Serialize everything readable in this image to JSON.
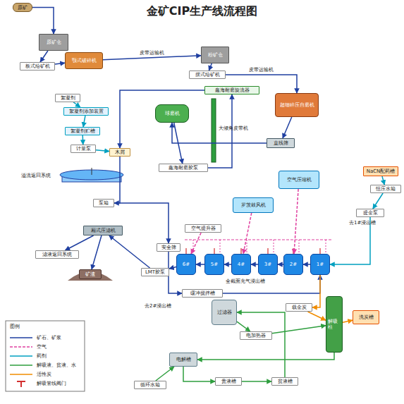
{
  "diagram": {
    "title": "金矿CIP生产线流程图",
    "nodes": [
      {
        "text": [
          "原矿"
        ]
      },
      {
        "text": [
          "原矿仓"
        ]
      },
      {
        "text": [
          "板式给矿机"
        ]
      },
      {
        "text": [
          "颚式破碎机"
        ]
      },
      {
        "text": [
          "粉矿仓"
        ]
      },
      {
        "text": [
          "摆式给矿机"
        ]
      },
      {
        "text": [
          "鑫海耐磨旋流器"
        ]
      },
      {
        "text": [
          "超细碎压自磨机"
        ]
      },
      {
        "text": [
          "球磨机"
        ]
      },
      {
        "text": [
          "直线筛"
        ]
      },
      {
        "text": [
          "鑫海耐磨胶泵"
        ]
      },
      {
        "text": [
          "絮凝剂"
        ]
      },
      {
        "text": [
          "絮凝剂添加装置"
        ]
      },
      {
        "text": [
          "絮凝剂贮槽"
        ]
      },
      {
        "text": [
          "计量泵"
        ]
      },
      {
        "text": [
          "木屑"
        ]
      },
      {
        "text": [
          "泵箱"
        ]
      },
      {
        "text": [
          "厢式压滤机"
        ]
      },
      {
        "text": [
          "滤液返回系统"
        ]
      },
      {
        "text": [
          "矿渣"
        ]
      },
      {
        "text": [
          "LMT胶泵"
        ]
      },
      {
        "text": [
          "安全筛"
        ]
      },
      {
        "text": [
          "缓冲搅拌槽"
        ]
      },
      {
        "text": [
          "空气提升器"
        ]
      },
      {
        "text": [
          "6#"
        ]
      },
      {
        "text": [
          "5#"
        ]
      },
      {
        "text": [
          "4#"
        ]
      },
      {
        "text": [
          "3#"
        ]
      },
      {
        "text": [
          "2#"
        ]
      },
      {
        "text": [
          "1#"
        ]
      },
      {
        "text": [
          "空气压缩机"
        ]
      },
      {
        "text": [
          "罗茨鼓风机"
        ]
      },
      {
        "text": [
          "NaCN配药槽"
        ]
      },
      {
        "text": [
          "恒压水箱"
        ]
      },
      {
        "text": [
          "提金泵"
        ]
      },
      {
        "text": [
          "过滤器"
        ]
      },
      {
        "text": [
          "电加热器"
        ]
      },
      {
        "text": [
          "解吸柱"
        ]
      },
      {
        "text": [
          "载金炭"
        ]
      },
      {
        "text": [
          "洗炭槽"
        ]
      },
      {
        "text": [
          "电解槽"
        ]
      },
      {
        "text": [
          "贵液槽"
        ]
      },
      {
        "text": [
          "贫液槽"
        ]
      },
      {
        "text": [
          "循环水箱"
        ]
      }
    ],
    "edges": [
      {
        "from": 0,
        "to": 1,
        "arrow": "to"
      },
      {
        "from": 1,
        "to": 2,
        "arrow": "to"
      },
      {
        "from": 2,
        "to": 3,
        "arrow": "to"
      },
      {
        "from": 3,
        "to": 4,
        "label": "皮带运输机",
        "arrow": "to"
      },
      {
        "from": 4,
        "to": 5,
        "arrow": "to"
      },
      {
        "from": 5,
        "to": 7,
        "label": "皮带运输机",
        "arrow": "to"
      },
      {
        "from": 7,
        "to": 9,
        "arrow": "to"
      },
      {
        "from": 9,
        "to": 8,
        "arrow": "to"
      },
      {
        "from": 8,
        "to": 10,
        "arrow": "to"
      },
      {
        "from": 10,
        "to": 6,
        "arrow": "to"
      },
      {
        "from": 6,
        "to": 15,
        "arrow": "to"
      },
      {
        "from": 11,
        "to": 12,
        "arrow": "to"
      },
      {
        "from": 12,
        "to": 13,
        "arrow": "to"
      },
      {
        "from": 13,
        "to": 14,
        "arrow": "to"
      },
      {
        "from": 14,
        "to": 15,
        "arrow": "to"
      },
      {
        "from": 15,
        "to": 16,
        "arrow": "to"
      },
      {
        "from": 16,
        "to": 21,
        "arrow": "to"
      },
      {
        "from": 21,
        "to": 22,
        "arrow": "to"
      },
      {
        "from": 22,
        "to": 29,
        "arrow": "to"
      },
      {
        "from": 29,
        "to": 28,
        "arrow": "to"
      },
      {
        "from": 28,
        "to": 27,
        "arrow": "to"
      },
      {
        "from": 27,
        "to": 26,
        "arrow": "to"
      },
      {
        "from": 26,
        "to": 25,
        "arrow": "to"
      },
      {
        "from": 25,
        "to": 24,
        "arrow": "to"
      },
      {
        "from": 24,
        "to": 20,
        "arrow": "to"
      },
      {
        "from": 20,
        "to": 17,
        "arrow": "to"
      },
      {
        "from": 17,
        "to": 18,
        "arrow": "to"
      },
      {
        "from": 17,
        "to": 19,
        "arrow": "to"
      },
      {
        "from": 23,
        "to": 24,
        "arrow": "to"
      },
      {
        "from": 30,
        "to": 28,
        "arrow": "to"
      },
      {
        "from": 31,
        "to": 26,
        "arrow": "to"
      },
      {
        "from": 32,
        "to": 33,
        "arrow": "to"
      },
      {
        "from": 33,
        "to": 34,
        "arrow": "to"
      },
      {
        "from": 34,
        "to": 29,
        "arrow": "to"
      },
      {
        "from": 29,
        "to": 38,
        "arrow": "to"
      },
      {
        "from": 38,
        "to": 37,
        "arrow": "to"
      },
      {
        "from": 37,
        "to": 39,
        "arrow": "to"
      },
      {
        "from": 36,
        "to": 37,
        "arrow": "to"
      },
      {
        "from": 37,
        "to": 40,
        "arrow": "to"
      },
      {
        "from": 40,
        "to": 41,
        "arrow": "to"
      },
      {
        "from": 41,
        "to": 42,
        "arrow": "to"
      },
      {
        "from": 42,
        "to": 35,
        "arrow": "to"
      },
      {
        "from": 35,
        "to": 36,
        "arrow": "to"
      },
      {
        "from": 43,
        "to": 40,
        "arrow": "to"
      }
    ],
    "labels": [
      "大倾角皮带机",
      "溢流返回系统",
      "全截面充气浸出槽",
      "去1#浸出槽",
      "去2#浸出槽",
      "图例"
    ],
    "legend": [
      {
        "text": "矿石、矿浆"
      },
      {
        "text": "空气"
      },
      {
        "text": "药剂"
      },
      {
        "text": "解吸液、贫液、水"
      },
      {
        "text": "活性炭"
      },
      {
        "text": "解吸管线阀门"
      }
    ]
  }
}
